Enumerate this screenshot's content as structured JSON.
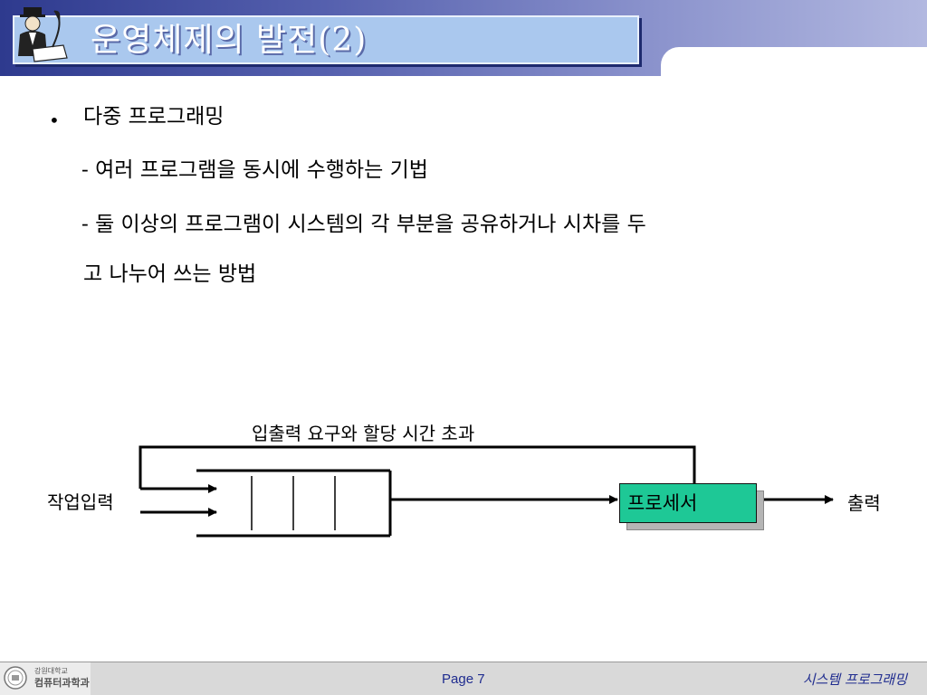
{
  "slide": {
    "title": "운영체제의 발전(2)",
    "bullet_symbol": "•",
    "heading": "다중 프로그래밍",
    "line1": "- 여러 프로그램을 동시에 수행하는 기법",
    "line2": "- 둘 이상의 프로그램이 시스템의 각 부분을 공유하거나 시차를 두",
    "line3": "고 나누어 쓰는 방법"
  },
  "diagram": {
    "feedback_label": "입출력 요구와 할당 시간 초과",
    "input_label": "작업입력",
    "processor_label": "프로세서",
    "output_label": "출력"
  },
  "footer": {
    "org_line1": "강원대학교",
    "org_line2": "컴퓨터과학과",
    "page": "Page 7",
    "course": "시스템  프로그래밍"
  },
  "colors": {
    "header_dark": "#2e3a8e",
    "title_box": "#aac8ee",
    "processor": "#1ec896",
    "footer_text": "#1f2c8f"
  },
  "icons": {
    "logo": "writer-with-quill-icon",
    "seal": "university-seal-icon"
  }
}
